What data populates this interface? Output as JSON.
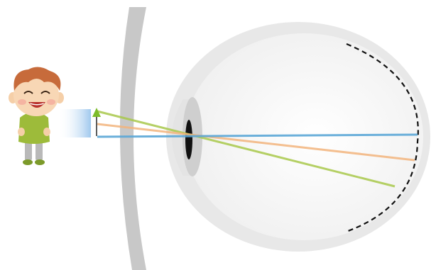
{
  "diagram": {
    "type": "eye-optics",
    "observer": "child-figure",
    "object_icon": "arrow-up-icon",
    "rays": [
      {
        "name_color": "green",
        "color": "#a8c84a"
      },
      {
        "name_color": "orange",
        "color": "#f2b47c"
      },
      {
        "name_color": "blue",
        "color": "#5aa6d6"
      }
    ],
    "retina_style": "dashed",
    "colors": {
      "lens": "#c8c8c8",
      "eyeball_outer": "#e8e8e8",
      "eyeball_inner": "#f7f7f7",
      "pupil": "#111111",
      "child_shirt": "#9dbb3a",
      "child_hair": "#c76b3b",
      "object_fade": "#9fc8ee",
      "object_arrow": "#7cbc2a"
    }
  }
}
